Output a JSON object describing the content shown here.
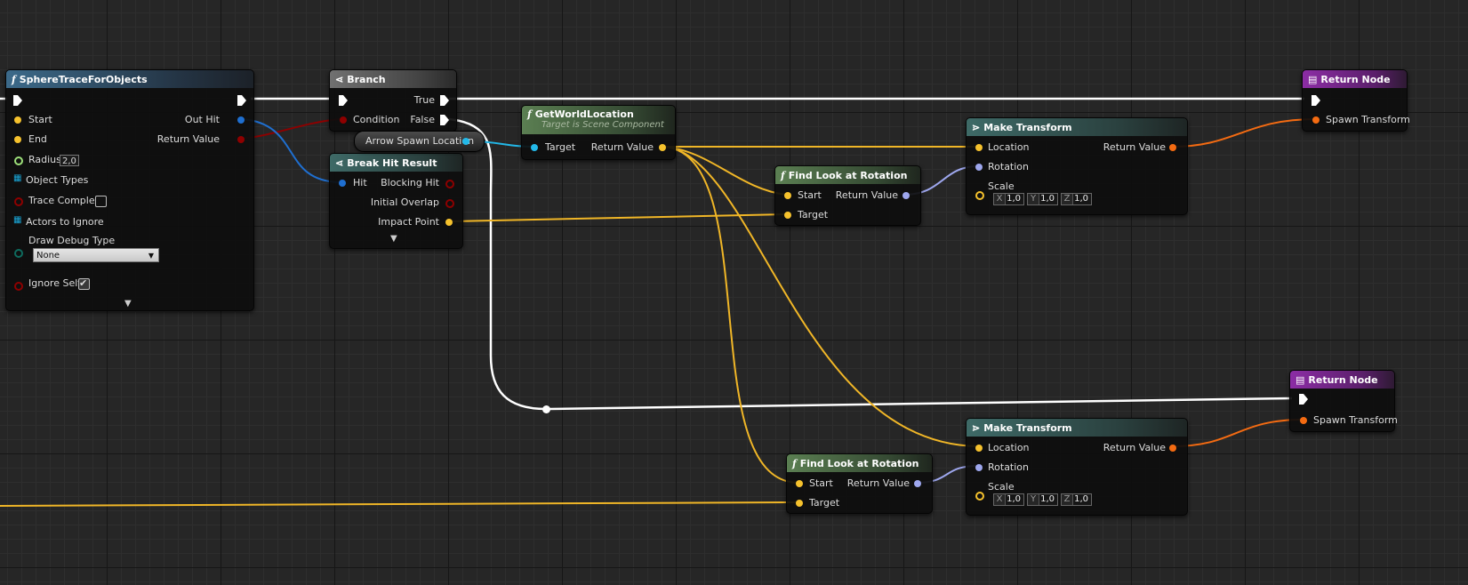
{
  "colors": {
    "exec": "#ffffff",
    "bool": "#8e0000",
    "struct": "#1f6fd0",
    "vector": "#f6c22d",
    "transform": "#f46b12",
    "rotator": "#9ea7ee",
    "float": "#9de07a",
    "object": "#23b8e8",
    "array": "#1aa7d8",
    "enum": "#0e6b5e"
  },
  "nodes": {
    "sphere_trace": {
      "title": "SphereTraceForObjects",
      "start": "Start",
      "end": "End",
      "radius": "Radius",
      "radius_val": "2,0",
      "object_types": "Object Types",
      "trace_complex": "Trace Complex",
      "actors_ignore": "Actors to Ignore",
      "draw_debug": "Draw Debug Type",
      "draw_debug_val": "None",
      "ignore_self": "Ignore Self",
      "out_hit": "Out Hit",
      "return_value": "Return Value"
    },
    "branch": {
      "title": "Branch",
      "condition": "Condition",
      "true_label": "True",
      "false_label": "False"
    },
    "arrow_var": {
      "label": "Arrow Spawn Location"
    },
    "break_hit": {
      "title": "Break Hit Result",
      "hit": "Hit",
      "blocking": "Blocking Hit",
      "initial": "Initial Overlap",
      "impact": "Impact Point"
    },
    "get_world": {
      "title": "GetWorldLocation",
      "subtitle": "Target is Scene Component",
      "target": "Target",
      "return_value": "Return Value"
    },
    "find_look_1": {
      "title": "Find Look at Rotation",
      "start": "Start",
      "target": "Target",
      "return_value": "Return Value"
    },
    "find_look_2": {
      "title": "Find Look at Rotation",
      "start": "Start",
      "target": "Target",
      "return_value": "Return Value"
    },
    "make_t1": {
      "title": "Make Transform",
      "location": "Location",
      "rotation": "Rotation",
      "scale": "Scale",
      "return_value": "Return Value",
      "x_axis": "X",
      "y_axis": "Y",
      "z_axis": "Z",
      "x": "1,0",
      "y": "1,0",
      "z": "1,0"
    },
    "make_t2": {
      "title": "Make Transform",
      "location": "Location",
      "rotation": "Rotation",
      "scale": "Scale",
      "return_value": "Return Value",
      "x_axis": "X",
      "y_axis": "Y",
      "z_axis": "Z",
      "x": "1,0",
      "y": "1,0",
      "z": "1,0"
    },
    "return_1": {
      "title": "Return Node",
      "spawn": "Spawn Transform"
    },
    "return_2": {
      "title": "Return Node",
      "spawn": "Spawn Transform"
    }
  }
}
